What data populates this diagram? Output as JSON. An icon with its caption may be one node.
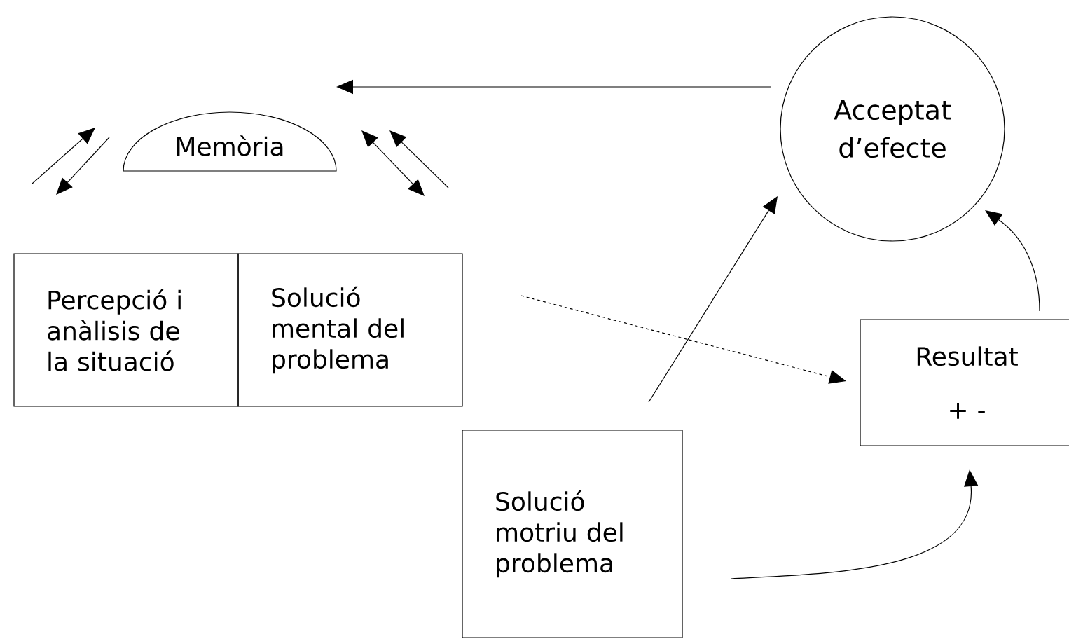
{
  "diagram": {
    "nodes": [
      {
        "text": [
          "Memòria"
        ]
      },
      {
        "text": [
          "Acceptat d’efecte"
        ]
      },
      {
        "text": [
          "Percepció i anàlisis de la situació"
        ]
      },
      {
        "text": [
          "Solució mental del problema"
        ]
      },
      {
        "text": [
          "Solució motriu del problema"
        ]
      },
      {
        "text": [
          "Resultat",
          "+ -"
        ]
      }
    ],
    "edges": [
      {
        "from": 1,
        "to": null,
        "arrow": "to"
      },
      {
        "from": 3,
        "to": 5,
        "arrow": "to",
        "style": "dashed"
      },
      {
        "from": 4,
        "to": 1,
        "arrow": "to"
      },
      {
        "from": 5,
        "to": 1,
        "arrow": "to"
      },
      {
        "from": 4,
        "to": 5,
        "arrow": "to"
      }
    ]
  }
}
